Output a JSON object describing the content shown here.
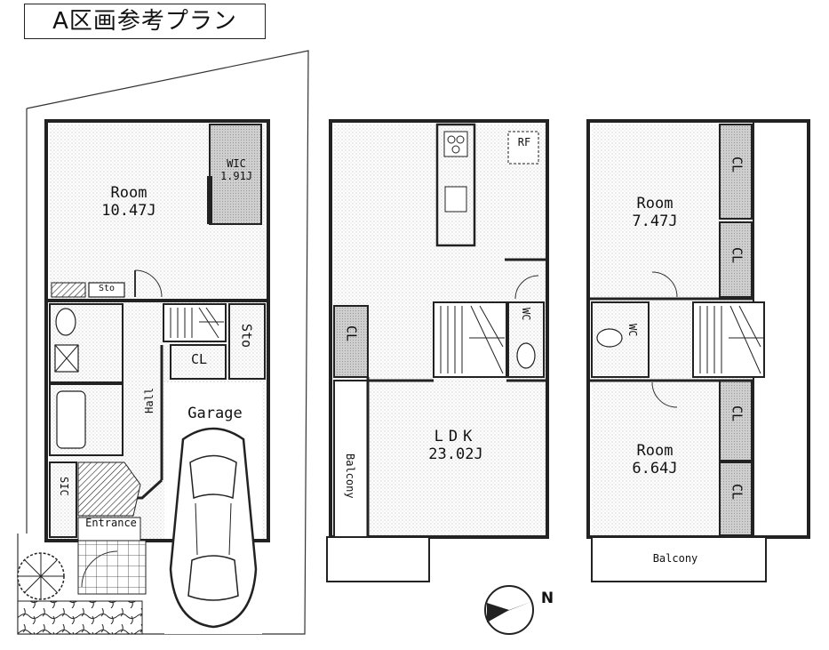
{
  "title": "A区画参考プラン",
  "compass": {
    "north_label": "N"
  },
  "floors": {
    "first": {
      "room": {
        "name": "Room",
        "size": "10.47J"
      },
      "wic": {
        "name": "WIC",
        "size": "1.91J"
      },
      "sto_small": "Sto",
      "sto": "Sto",
      "cl": "CL",
      "hall": "Hall",
      "garage": "Garage",
      "sic": "SIC",
      "entrance": "Entrance"
    },
    "second": {
      "ldk": {
        "name": "LDK",
        "size": "23.02J"
      },
      "cl": "CL",
      "wc": "WC",
      "rf": "RF",
      "balcony": "Balcony"
    },
    "third": {
      "room_upper": {
        "name": "Room",
        "size": "7.47J"
      },
      "room_lower": {
        "name": "Room",
        "size": "6.64J"
      },
      "cl": [
        "CL",
        "CL",
        "CL",
        "CL"
      ],
      "wc": "WC",
      "balcony": "Balcony"
    }
  }
}
